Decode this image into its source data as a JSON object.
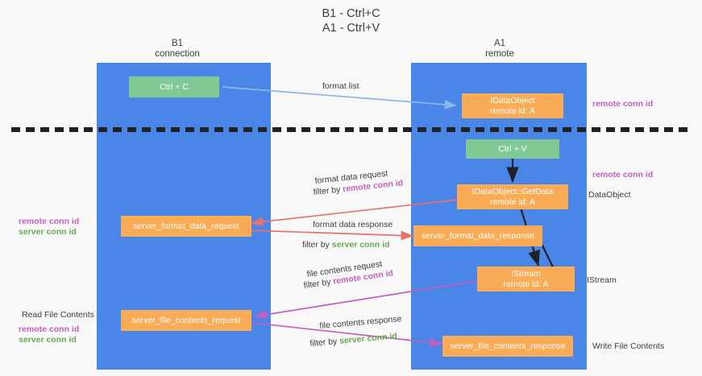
{
  "title": {
    "line1": "B1 - Ctrl+C",
    "line2": "A1 - Ctrl+V"
  },
  "columns": [
    {
      "name": "left-column",
      "line1": "B1",
      "line2": "connection"
    },
    {
      "name": "right-column",
      "line1": "A1",
      "line2": "remote"
    }
  ],
  "nodes": {
    "ctrl_c": {
      "label": "Ctrl + C",
      "color": "#81c995"
    },
    "idataobject": {
      "line1": "IDataObject",
      "line2": "remote id: A",
      "color": "#f9ab55"
    },
    "ctrl_v": {
      "label": "Ctrl + V",
      "color": "#81c995"
    },
    "getdata": {
      "line1": "IDataObject::GetData",
      "line2": "remote id: A",
      "color": "#f9ab55"
    },
    "server_format_data_request": {
      "label": "server_format_data_request",
      "color": "#f9ab55"
    },
    "server_format_data_response": {
      "label": "server_format_data_response",
      "color": "#f9ab55"
    },
    "istream": {
      "line1": "IStream",
      "line2": "remote id: A",
      "color": "#f9ab55"
    },
    "server_file_contents_request": {
      "label": "server_file_contents_request",
      "color": "#f9ab55"
    },
    "server_file_contents_response": {
      "label": "server_file_contents_response",
      "color": "#f9ab55"
    }
  },
  "edge_labels": {
    "format_list": "format list",
    "format_data_request": "format data request",
    "filter_by": "filter by ",
    "remote_conn_id": "remote conn id",
    "server_conn_id": "server conn id",
    "format_data_response": "format data response",
    "file_contents_request": "file contents request",
    "file_contents_response": "file contents response"
  },
  "side_labels": {
    "remote_conn_id_top": "remote conn id",
    "remote_conn_id_mid": "remote conn id",
    "data_object": "DataObject",
    "istream": "IStream",
    "write_file_contents": "Write File Contents",
    "left_remote_conn_id": "remote conn id",
    "left_server_conn_id": "server conn id",
    "read_file_contents": "Read File Contents",
    "left_remote_conn_id_2": "remote conn id",
    "left_server_conn_id_2": "server conn id"
  },
  "colors": {
    "lane": "#4a86e8",
    "green_node": "#81c995",
    "orange_node": "#f9ab55",
    "blue_arrow": "#8bb7e8",
    "red_arrow": "#e8726b",
    "magenta_arrow": "#c061c0",
    "purple_text": "#c061c0",
    "green_text": "#6aa84f",
    "dashed_line": "#202124",
    "black_arrow": "#202124"
  }
}
